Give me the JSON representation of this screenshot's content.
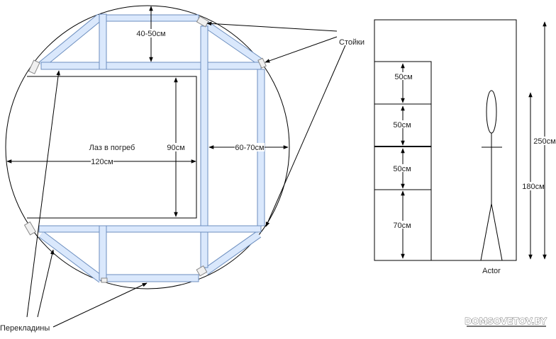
{
  "plan": {
    "hatch_label": "Лаз в погреб",
    "dim_top": "40-50см",
    "dim_height": "90см",
    "dim_width": "120см",
    "dim_side": "60-70см",
    "posts_label": "Стойки",
    "crossbars_label": "Перекладины"
  },
  "elevation": {
    "shelves": [
      "50см",
      "50см",
      "50см",
      "70см"
    ],
    "actor_label": "Actor",
    "dim_person": "180см",
    "dim_total": "250см"
  },
  "watermark": "DOMSOVETOV.BY",
  "colors": {
    "beam_fill": "#dae8fc",
    "beam_stroke": "#6c8ebf"
  }
}
